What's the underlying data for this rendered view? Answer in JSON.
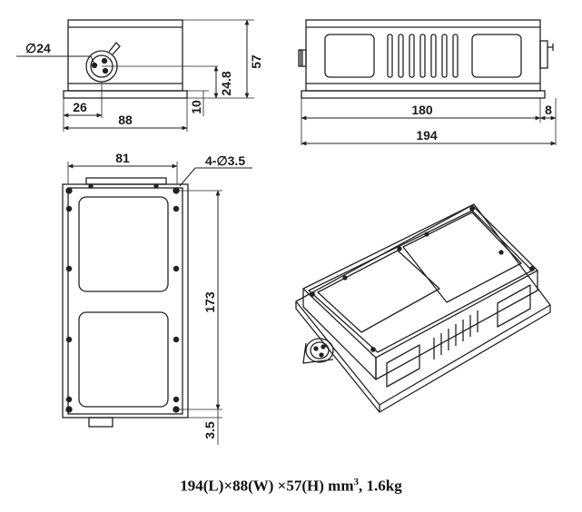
{
  "front_view": {
    "diameter_label": "∅24",
    "height_label": "57",
    "center_height_label": "24.8",
    "base_label": "10",
    "offset_label": "26",
    "width_label": "88"
  },
  "side_view": {
    "body_length_label": "180",
    "flange_label": "8",
    "total_length_label": "194"
  },
  "top_view": {
    "hole_spacing_label": "81",
    "holes_label": "4-∅3.5",
    "hole_pitch_label": "173",
    "edge_label": "3.5"
  },
  "caption": {
    "dimensions": "194(L)×88(W) ×57(H) mm",
    "superscript": "3",
    "weight": ", 1.6kg"
  }
}
